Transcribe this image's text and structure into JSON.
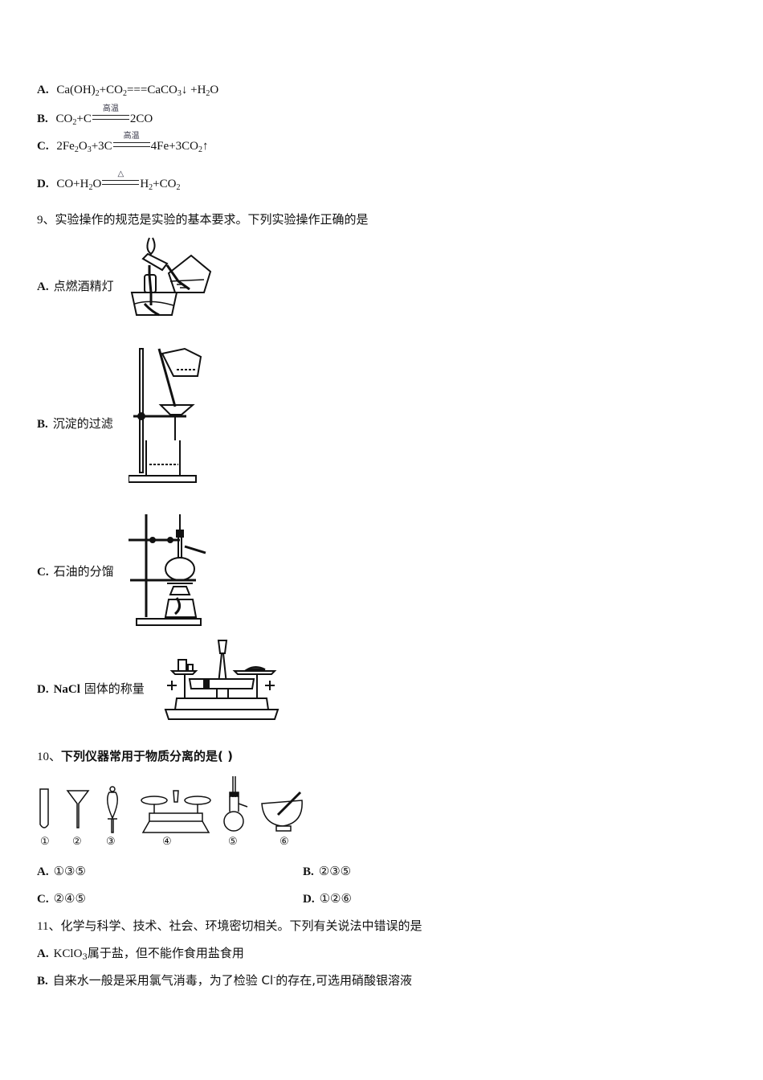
{
  "q8": {
    "options": [
      {
        "label": "A.",
        "parts": [
          "Ca(OH)",
          "2",
          "+CO",
          "2",
          "===CaCO",
          "3",
          "↓ +H",
          "2",
          "O"
        ]
      },
      {
        "label": "B.",
        "lhs": [
          "CO",
          "2",
          "+C"
        ],
        "condition": "高温",
        "rhs": "2CO"
      },
      {
        "label": "C.",
        "lhs": [
          "2Fe",
          "2",
          "O",
          "3",
          "+3C"
        ],
        "condition": "高温",
        "rhs": [
          "4Fe+3CO",
          "2",
          "↑"
        ]
      },
      {
        "label": "D.",
        "lhs": [
          "CO+H",
          "2",
          "O"
        ],
        "condition": "△",
        "rhs": [
          "H",
          "2",
          "+CO",
          "2"
        ]
      }
    ]
  },
  "q9": {
    "number": "9、",
    "stem": "实验操作的规范是实验的基本要求。下列实验操作正确的是",
    "options": [
      {
        "label": "A.",
        "text": "点燃酒精灯",
        "figure": "lighting-alcohol-lamp-from-another-lamp"
      },
      {
        "label": "B.",
        "text": "沉淀的过滤",
        "figure": "filtration-setup"
      },
      {
        "label": "C.",
        "text": "石油的分馏",
        "figure": "distillation-setup"
      },
      {
        "label": "D.",
        "text_bold": "NaCl",
        "text": " 固体的称量",
        "figure": "balance-weighing"
      }
    ]
  },
  "q10": {
    "number": "10、",
    "stem": "下列仪器常用于物质分离的是(        )",
    "instruments": [
      {
        "id": "①",
        "name": "test-tube"
      },
      {
        "id": "②",
        "name": "funnel"
      },
      {
        "id": "③",
        "name": "separatory-funnel"
      },
      {
        "id": "④",
        "name": "balance"
      },
      {
        "id": "⑤",
        "name": "distilling-flask"
      },
      {
        "id": "⑥",
        "name": "mortar-and-pestle"
      }
    ],
    "options": [
      {
        "label": "A.",
        "text": "①③⑤"
      },
      {
        "label": "B.",
        "text": "②③⑤"
      },
      {
        "label": "C.",
        "text": "②④⑤"
      },
      {
        "label": "D.",
        "text": "①②⑥"
      }
    ]
  },
  "q11": {
    "number": "11、",
    "stem": "化学与科学、技术、社会、环境密切相关。下列有关说法中错误的是",
    "options": [
      {
        "label": "A.",
        "pre": "KClO",
        "sub": "3",
        "post": "属于盐，但不能作食用盐食用"
      },
      {
        "label": "B.",
        "pre": "自来水一般是采用氯气消毒，为了检验 Cl",
        "sup": "-",
        "post": "的存在,可选用硝酸银溶液"
      }
    ]
  }
}
